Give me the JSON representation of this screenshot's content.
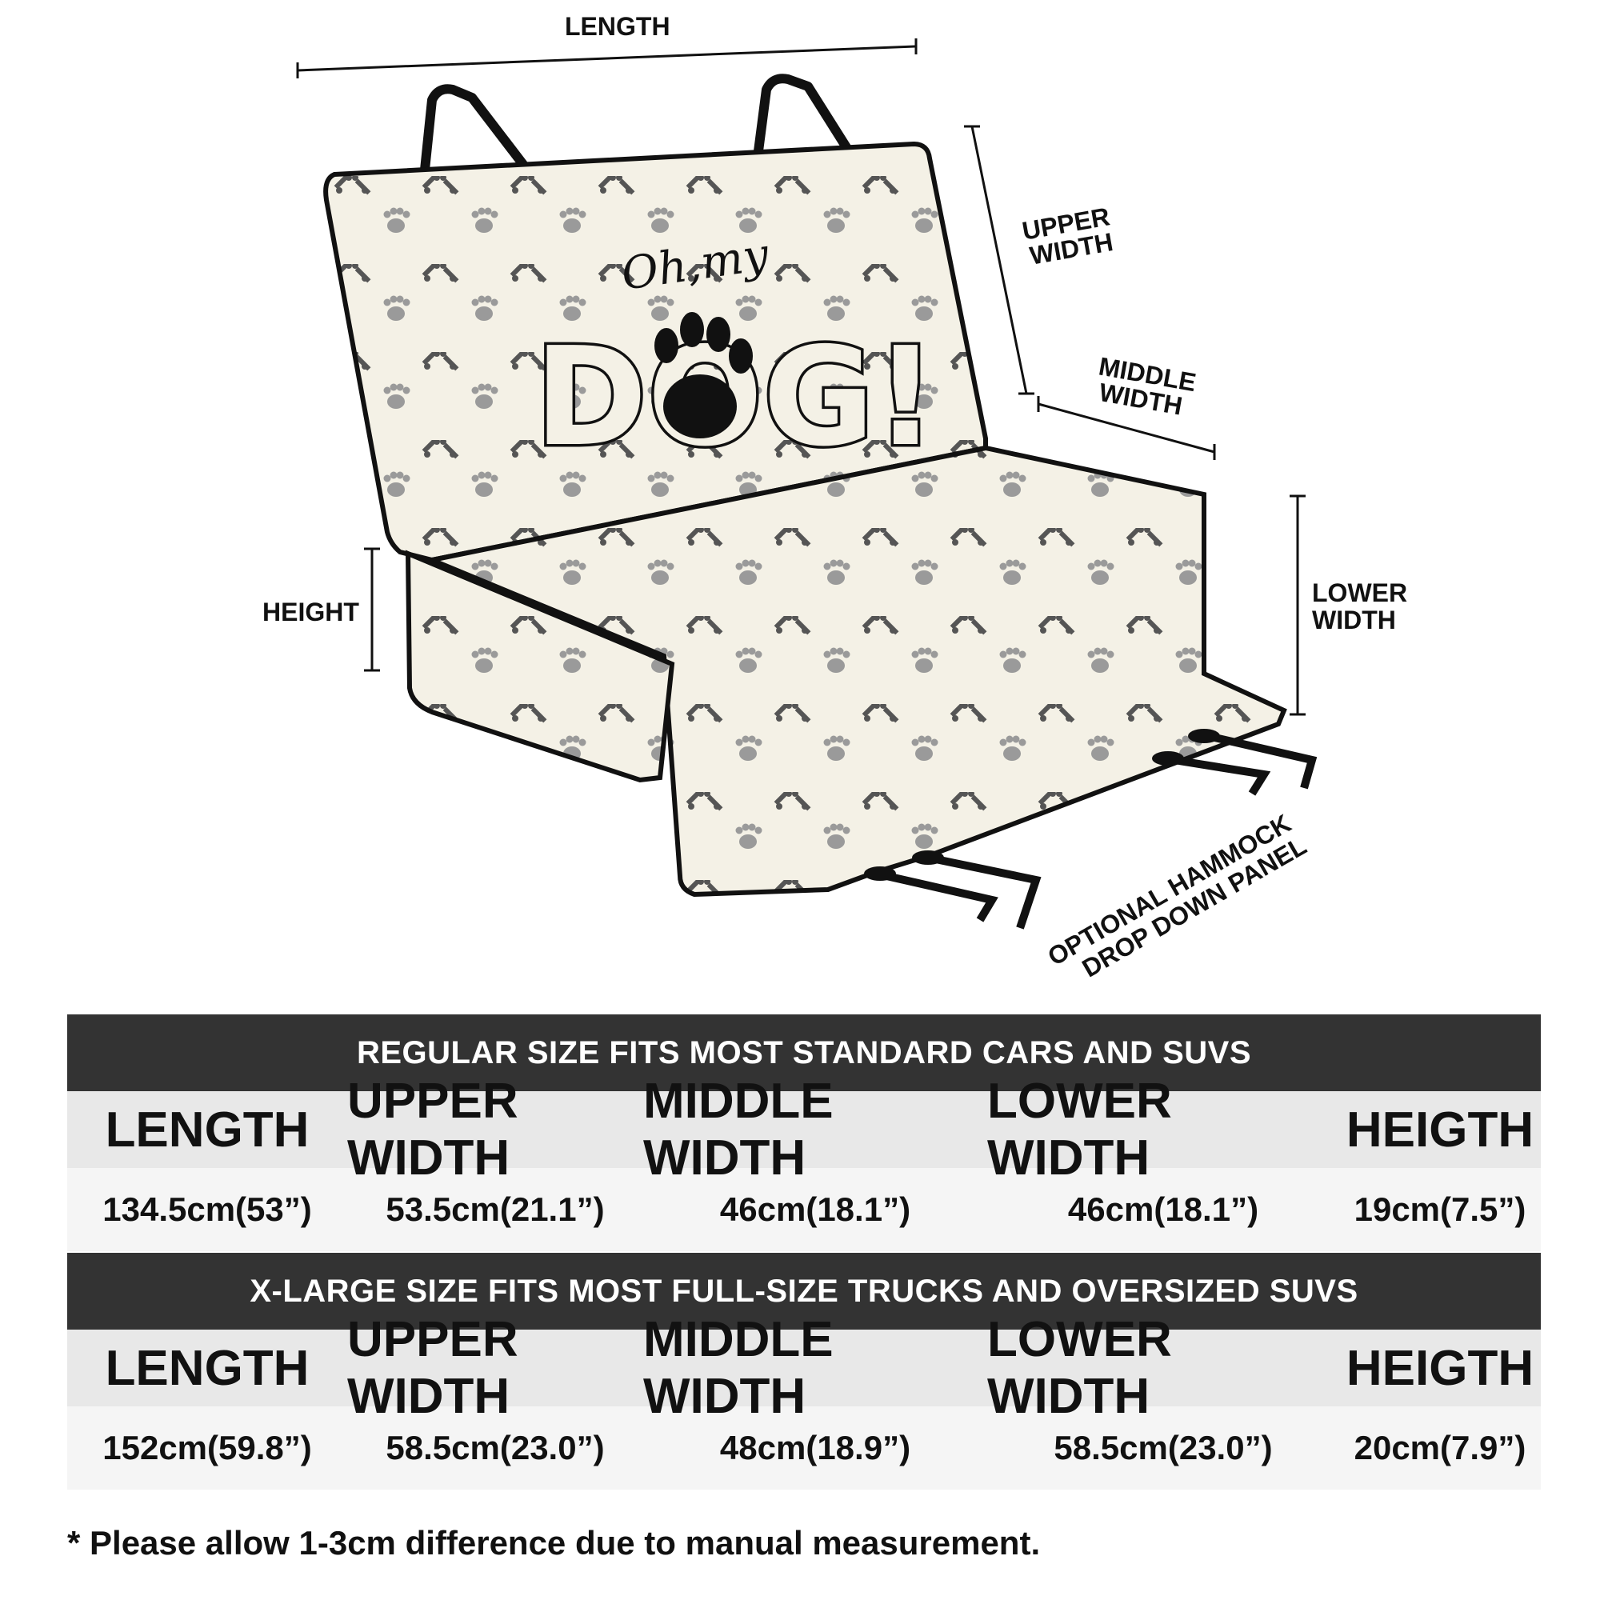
{
  "diagram": {
    "labels": {
      "length": "LENGTH",
      "upper_width_1": "UPPER",
      "upper_width_2": "WIDTH",
      "middle_width_1": "MIDDLE",
      "middle_width_2": "WIDTH",
      "lower_width_1": "LOWER",
      "lower_width_2": "WIDTH",
      "height": "HEIGHT",
      "hammock_1": "OPTIONAL HAMMOCK",
      "hammock_2": "DROP DOWN PANEL"
    },
    "brand_small": "Oh,my",
    "brand_big": "DOG!",
    "colors": {
      "fabric": "#f4f1e6",
      "pattern": "#555555",
      "outline": "#111111"
    },
    "icons": [
      "paw-print-icon",
      "bone-icon",
      "strap-icon"
    ]
  },
  "tables": [
    {
      "title": "REGULAR SIZE FITS MOST STANDARD CARS AND SUVS",
      "headers": [
        "LENGTH",
        "UPPER WIDTH",
        "MIDDLE WIDTH",
        "LOWER WIDTH",
        "HEIGTH"
      ],
      "values": [
        "134.5cm(53”)",
        "53.5cm(21.1”)",
        "46cm(18.1”)",
        "46cm(18.1”)",
        "19cm(7.5”)"
      ]
    },
    {
      "title": "X-LARGE SIZE FITS MOST FULL-SIZE TRUCKS AND OVERSIZED SUVS",
      "headers": [
        "LENGTH",
        "UPPER WIDTH",
        "MIDDLE WIDTH",
        "LOWER WIDTH",
        "HEIGTH"
      ],
      "values": [
        "152cm(59.8”)",
        "58.5cm(23.0”)",
        "48cm(18.9”)",
        "58.5cm(23.0”)",
        "20cm(7.9”)"
      ]
    }
  ],
  "note": "* Please allow 1-3cm difference due to manual measurement.",
  "colors": {
    "band": "#333333",
    "header_row": "#e8e8e8",
    "value_row": "#f5f5f5"
  }
}
